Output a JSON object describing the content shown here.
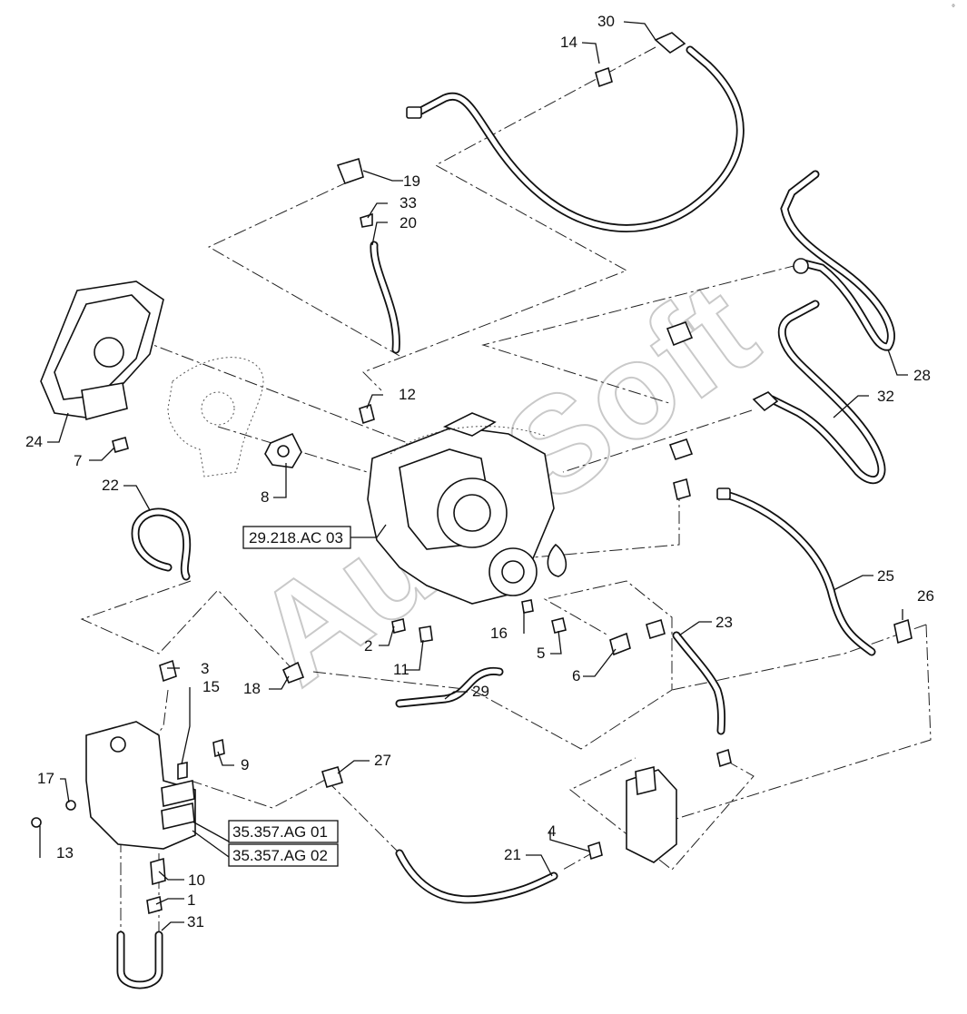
{
  "watermark": "AutoSoft",
  "corner_mark": "°",
  "callouts": [
    "1",
    "2",
    "3",
    "4",
    "5",
    "6",
    "7",
    "8",
    "9",
    "10",
    "11",
    "12",
    "13",
    "14",
    "15",
    "16",
    "17",
    "18",
    "19",
    "20",
    "21",
    "22",
    "23",
    "24",
    "25",
    "26",
    "27",
    "28",
    "29",
    "30",
    "31",
    "32",
    "33"
  ],
  "reference_labels": [
    "29.218.AC 03",
    "35.357.AG 01",
    "35.357.AG 02"
  ]
}
